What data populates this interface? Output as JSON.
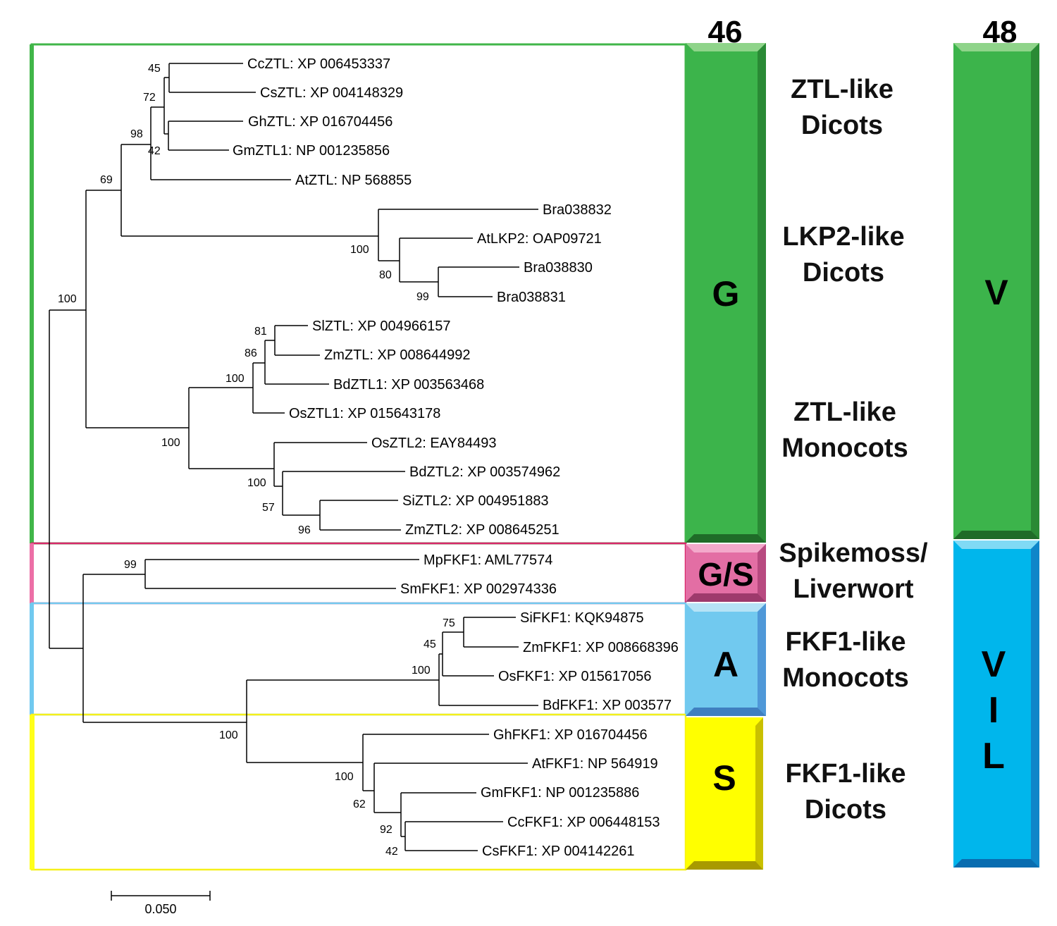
{
  "column_headers": {
    "left": "46",
    "right": "48"
  },
  "scale_bar": {
    "label": "0.050"
  },
  "colors": {
    "green": "#3cb44b",
    "pink": "#ec6fa6",
    "blue": "#00b6ec",
    "light_blue": "#66c6ee",
    "yellow": "#ffff1a",
    "green_box": "#41b649",
    "pink_box": "#d8276b",
    "blue_box": "#71c9ef",
    "yellow_box": "#f5f01a"
  },
  "leaves": [
    "CcZTL: XP 006453337",
    "CsZTL: XP 004148329",
    "GhZTL: XP 016704456",
    "GmZTL1: NP 001235856",
    "AtZTL: NP 568855",
    "Bra038832",
    "AtLKP2:  OAP09721",
    "Bra038830",
    "Bra038831",
    "SlZTL: XP 004966157",
    "ZmZTL: XP 008644992",
    "BdZTL1: XP 003563468",
    "OsZTL1: XP 015643178",
    "OsZTL2: EAY84493",
    "BdZTL2: XP 003574962",
    "SiZTL2: XP 004951883",
    "ZmZTL2: XP 008645251",
    "MpFKF1: AML77574",
    "SmFKF1: XP 002974336",
    "SiFKF1:  KQK94875",
    "ZmFKF1: XP 008668396",
    "OsFKF1: XP 015617056",
    "BdFKF1: XP 003577",
    "GhFKF1: XP 016704456",
    "AtFKF1:  NP 564919",
    "GmFKF1:  NP 001235886",
    "CcFKF1: XP 006448153",
    "CsFKF1: XP 004142261"
  ],
  "bootstraps": [
    "45",
    "72",
    "98",
    "42",
    "69",
    "100",
    "80",
    "99",
    "100",
    "81",
    "86",
    "100",
    "100",
    "100",
    "57",
    "96",
    "99",
    "75",
    "45",
    "100",
    "100",
    "100",
    "62",
    "92",
    "42"
  ],
  "group_labels": [
    [
      "ZTL-like",
      "Dicots"
    ],
    [
      "LKP2-like",
      "Dicots"
    ],
    [
      "ZTL-like",
      "Monocots"
    ],
    [
      "Spikemoss/",
      "Liverwort"
    ],
    [
      "FKF1-like",
      "Monocots"
    ],
    [
      "FKF1-like",
      "Dicots"
    ]
  ],
  "bar_letters_left": [
    "G",
    "G/S",
    "A",
    "S"
  ],
  "bar_letters_right": [
    "V",
    "V",
    "I",
    "L"
  ]
}
